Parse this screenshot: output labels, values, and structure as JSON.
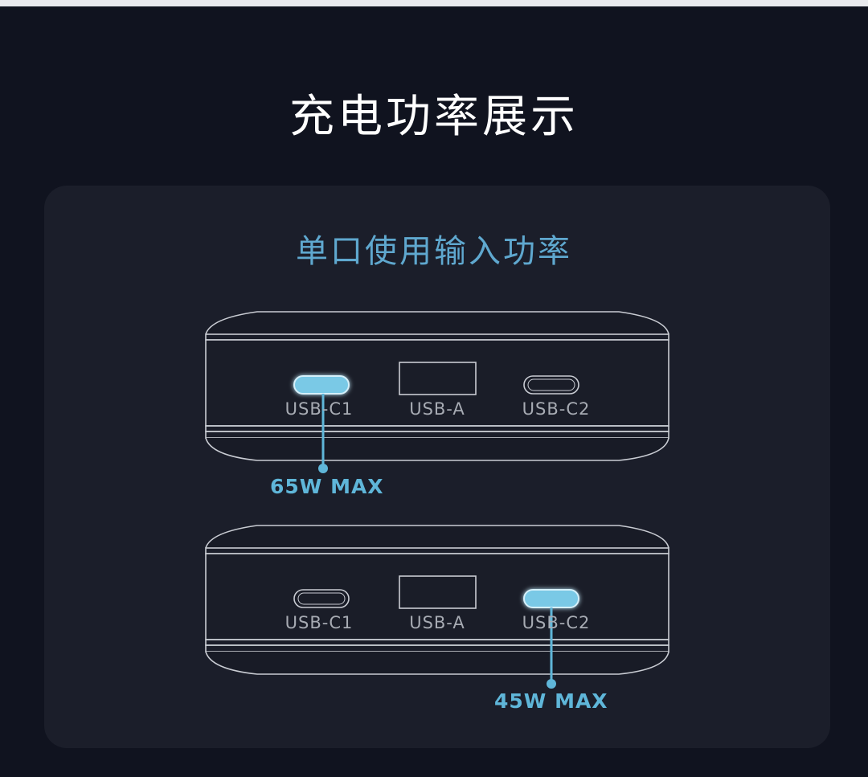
{
  "header": {
    "title": "充电功率展示"
  },
  "panel": {
    "subtitle": "单口使用输入功率",
    "devices": [
      {
        "ports": [
          "USB-C1",
          "USB-A",
          "USB-C2"
        ],
        "active_port": "USB-C1",
        "power_label": "65W MAX"
      },
      {
        "ports": [
          "USB-C1",
          "USB-A",
          "USB-C2"
        ],
        "active_port": "USB-C2",
        "power_label": "45W MAX"
      }
    ]
  },
  "colors": {
    "background": "#10131f",
    "panel": "#1b1e2a",
    "accent": "#5fb6d9",
    "outline": "#c9ccd3"
  }
}
